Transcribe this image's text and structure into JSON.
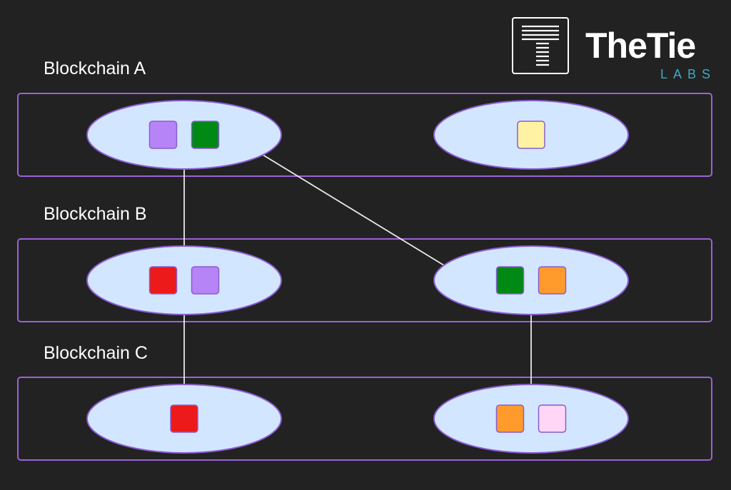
{
  "logo": {
    "name": "TheTie",
    "sub": "LABS",
    "accent": "#3fa9c4"
  },
  "colors": {
    "background": "#222222",
    "lane_border": "#9a63d8",
    "node_fill": "#d3e6ff",
    "node_border": "#8a5cd0",
    "edge": "#e8e8e8"
  },
  "lanes": [
    {
      "label": "Blockchain A",
      "nodes": [
        {
          "id": "a1",
          "items": [
            "#b784f7",
            "#008a15"
          ]
        },
        {
          "id": "a2",
          "items": [
            "#fff3a3"
          ]
        }
      ]
    },
    {
      "label": "Blockchain B",
      "nodes": [
        {
          "id": "b1",
          "items": [
            "#ec1a1a",
            "#b784f7"
          ]
        },
        {
          "id": "b2",
          "items": [
            "#008a15",
            "#ff9a2c"
          ]
        }
      ]
    },
    {
      "label": "Blockchain C",
      "nodes": [
        {
          "id": "c1",
          "items": [
            "#ec1a1a"
          ]
        },
        {
          "id": "c2",
          "items": [
            "#ff9a2c",
            "#ffd6f5"
          ]
        }
      ]
    }
  ],
  "edges": [
    {
      "from": "a1",
      "to": "b1"
    },
    {
      "from": "a1",
      "to": "b2"
    },
    {
      "from": "b1",
      "to": "c1"
    },
    {
      "from": "b2",
      "to": "c2"
    }
  ]
}
